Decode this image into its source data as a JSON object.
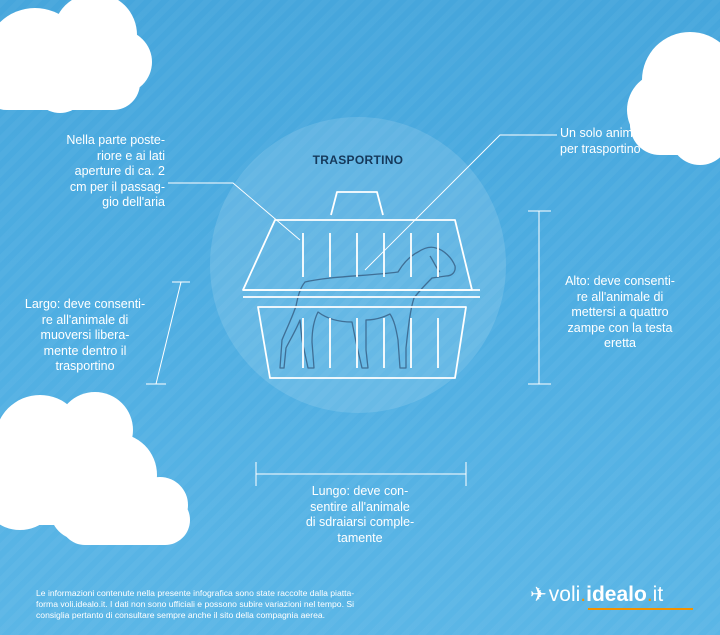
{
  "diagram": {
    "title": "TRASPORTINO",
    "labels": {
      "aperture": "Nella parte poste-riore e ai lati aperture di ca. 2 cm per il passag-gio dell'aria",
      "solo_animale": "Un solo animale per trasportino",
      "largo": "Largo: deve consenti-re all'animale di muoversi libera-mente dentro il trasportino",
      "alto": "Alto: deve consenti-re all'animale di mettersi a quattro zampe con la testa eretta",
      "lungo": "Lungo: deve con-sentire all'animale di sdraiarsi comple-tamente"
    },
    "label_lines": {
      "aperture": [
        "Nella parte poste-",
        "riore e ai lati",
        "aperture di ca. 2",
        "cm per il passag-",
        "gio dell'aria"
      ],
      "solo_animale": [
        "Un solo animale",
        "per trasportino"
      ],
      "largo": [
        "Largo: deve consenti-",
        "re all'animale di",
        "muoversi libera-",
        "mente dentro il",
        "trasportino"
      ],
      "alto": [
        "Alto: deve consenti-",
        "re all'animale di",
        "mettersi a quattro",
        "zampe con la testa",
        "eretta"
      ],
      "lungo": [
        "Lungo: deve con-",
        "sentire all'animale",
        "di sdraiarsi comple-",
        "tamente"
      ]
    }
  },
  "footer": {
    "lines": [
      "Le informazioni contenute nella presente infografica sono state raccolte dalla piatta-",
      "forma voli.idealo.it. I dati non sono ufficiali e possono subire variazioni nel tempo. Si",
      "consiglia pertanto di consultare sempre anche il sito della compagnia aerea."
    ]
  },
  "logo": {
    "prefix": "voli",
    "dot1": ".",
    "brand": "idealo",
    "dot2": ".",
    "suffix": "it",
    "icon": "airplane-icon"
  },
  "colors": {
    "background": "#4faee2",
    "line": "#ffffff",
    "dog": "#3f6f96",
    "title": "#15385a",
    "accent": "#f39200"
  }
}
